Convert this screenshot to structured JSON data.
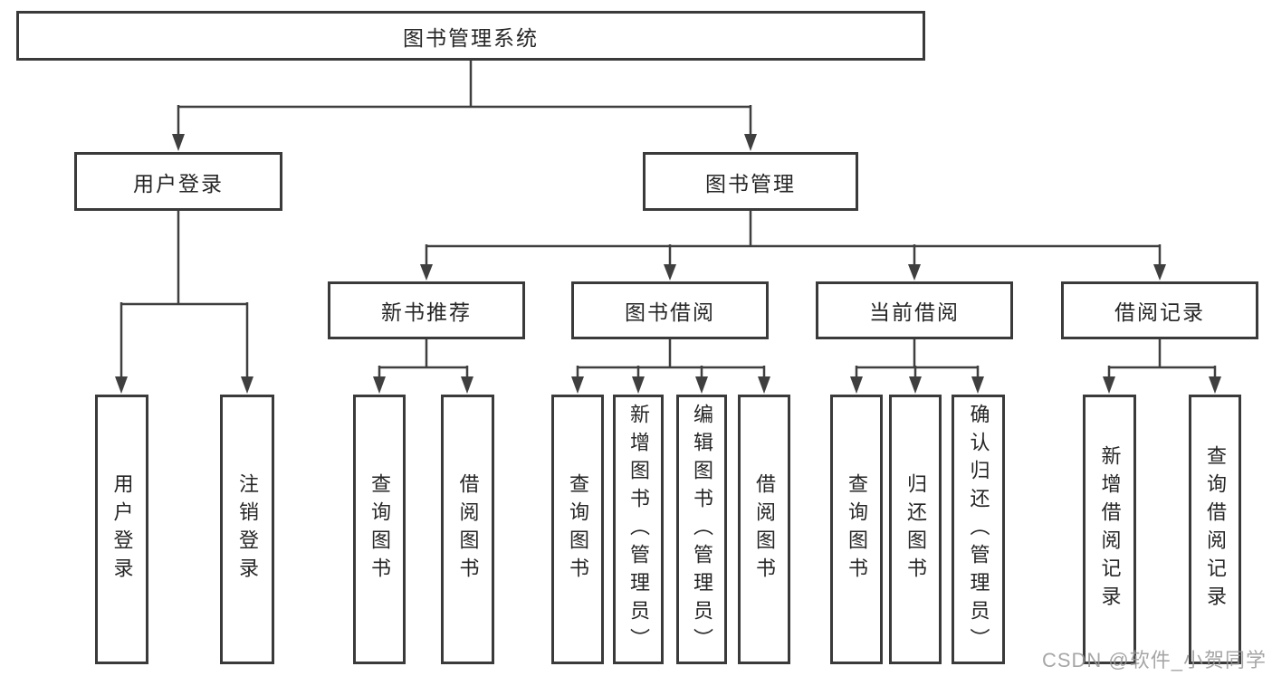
{
  "diagram": {
    "tree": {
      "label": "图书管理系统",
      "children": [
        {
          "label": "用户登录",
          "children": [
            {
              "label": "用户登录"
            },
            {
              "label": "注销登录"
            }
          ]
        },
        {
          "label": "图书管理",
          "children": [
            {
              "label": "新书推荐",
              "children": [
                {
                  "label": "查询图书"
                },
                {
                  "label": "借阅图书"
                }
              ]
            },
            {
              "label": "图书借阅",
              "children": [
                {
                  "label": "查询图书"
                },
                {
                  "label": "新增图书（管理员）"
                },
                {
                  "label": "编辑图书（管理员）"
                },
                {
                  "label": "借阅图书"
                }
              ]
            },
            {
              "label": "当前借阅",
              "children": [
                {
                  "label": "查询图书"
                },
                {
                  "label": "归还图书"
                },
                {
                  "label": "确认归还（管理员）"
                }
              ]
            },
            {
              "label": "借阅记录",
              "children": [
                {
                  "label": "新增借阅记录"
                },
                {
                  "label": "查询借阅记录"
                }
              ]
            }
          ]
        }
      ]
    },
    "colors": {
      "line": "#3f3f3f",
      "box_border": "#3a3a3a",
      "box_fill": "#ffffff",
      "text": "#262626",
      "background": "#ffffff",
      "watermark": "#969696"
    }
  },
  "watermark": {
    "text": "CSDN @软件_小贺同学"
  }
}
